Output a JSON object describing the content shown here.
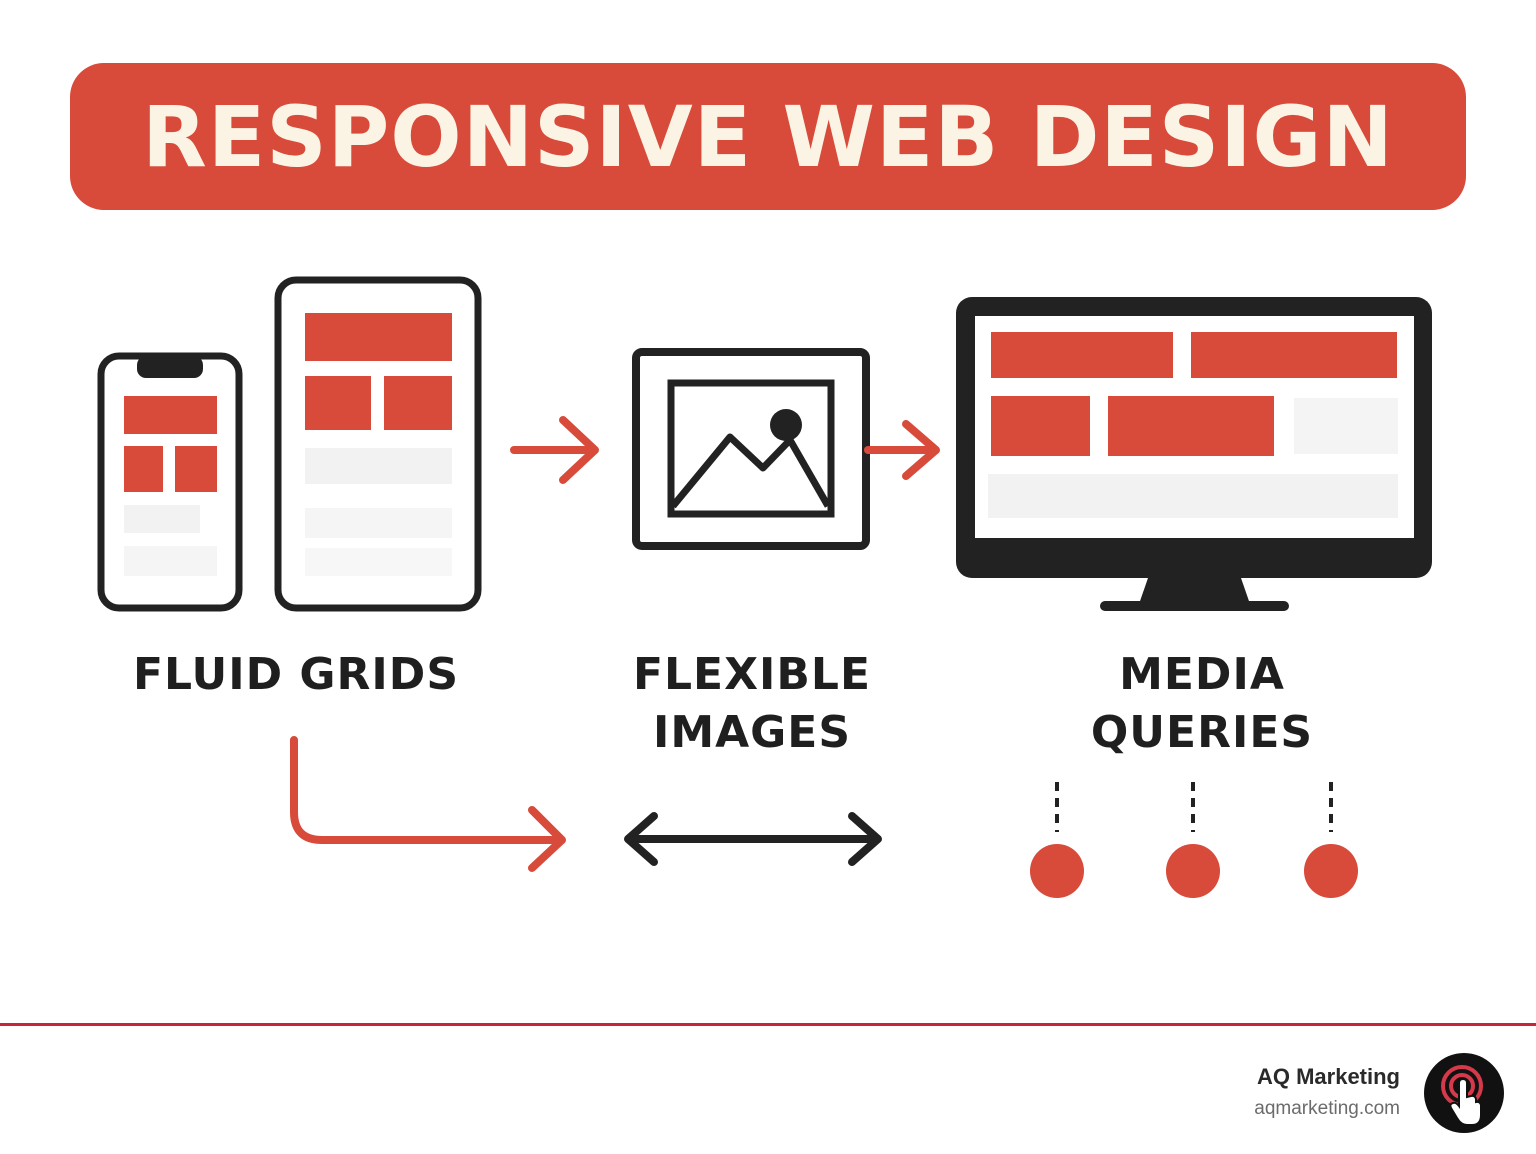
{
  "title": "RESPONSIVE WEB DESIGN",
  "concepts": [
    {
      "label": "FLUID GRIDS"
    },
    {
      "label_lines": [
        "FLEXIBLE",
        "IMAGES"
      ]
    },
    {
      "label_lines": [
        "MEDIA",
        "QUERIES"
      ]
    }
  ],
  "icons": {
    "phone": "smartphone-icon",
    "tablet": "tablet-icon",
    "image": "image-frame-icon",
    "monitor": "desktop-monitor-icon",
    "breakpoints": "breakpoint-dots"
  },
  "footer": {
    "brand_name": "AQ Marketing",
    "brand_url": "aqmarketing.com",
    "logo_icon": "pointer-hand-icon"
  },
  "colors": {
    "accent": "#d84a3a",
    "dark": "#222222",
    "title_text": "#fbf3e4",
    "footer_rule": "#c8253a"
  }
}
